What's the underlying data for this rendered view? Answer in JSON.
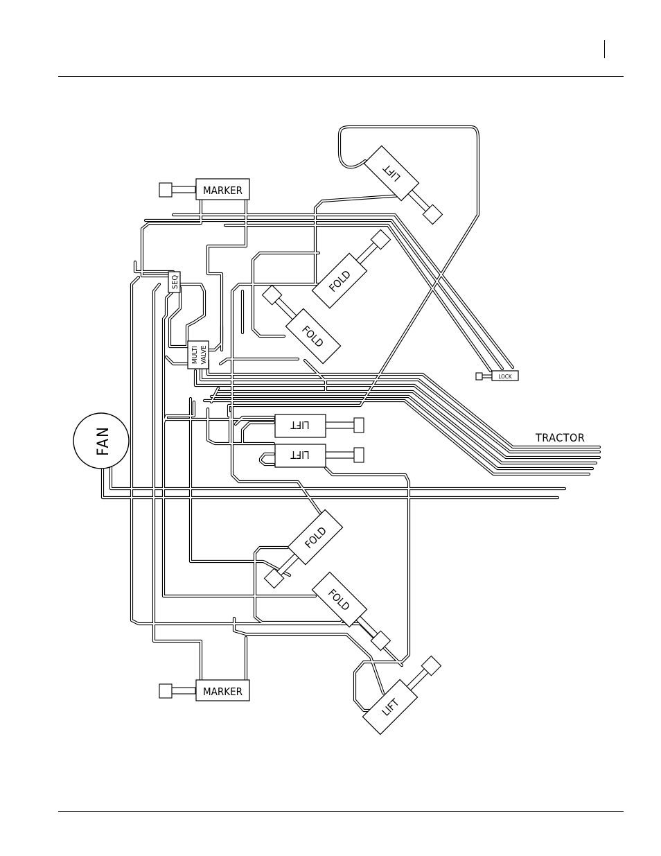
{
  "labels": {
    "marker_top": "MARKER",
    "marker_bottom": "MARKER",
    "seq": "SEQ",
    "multi_valve_line1": "MULTI",
    "multi_valve_line2": "VALVE",
    "fold_1": "FOLD",
    "fold_2": "FOLD",
    "fold_3": "FOLD",
    "fold_4": "FOLD",
    "lift_top": "LIFT",
    "lift_mid_1": "LIFT",
    "lift_mid_2": "LIFT",
    "lift_bottom": "LIFT",
    "lock": "LOCK",
    "tractor": "TRACTOR",
    "fan": "FAN"
  }
}
